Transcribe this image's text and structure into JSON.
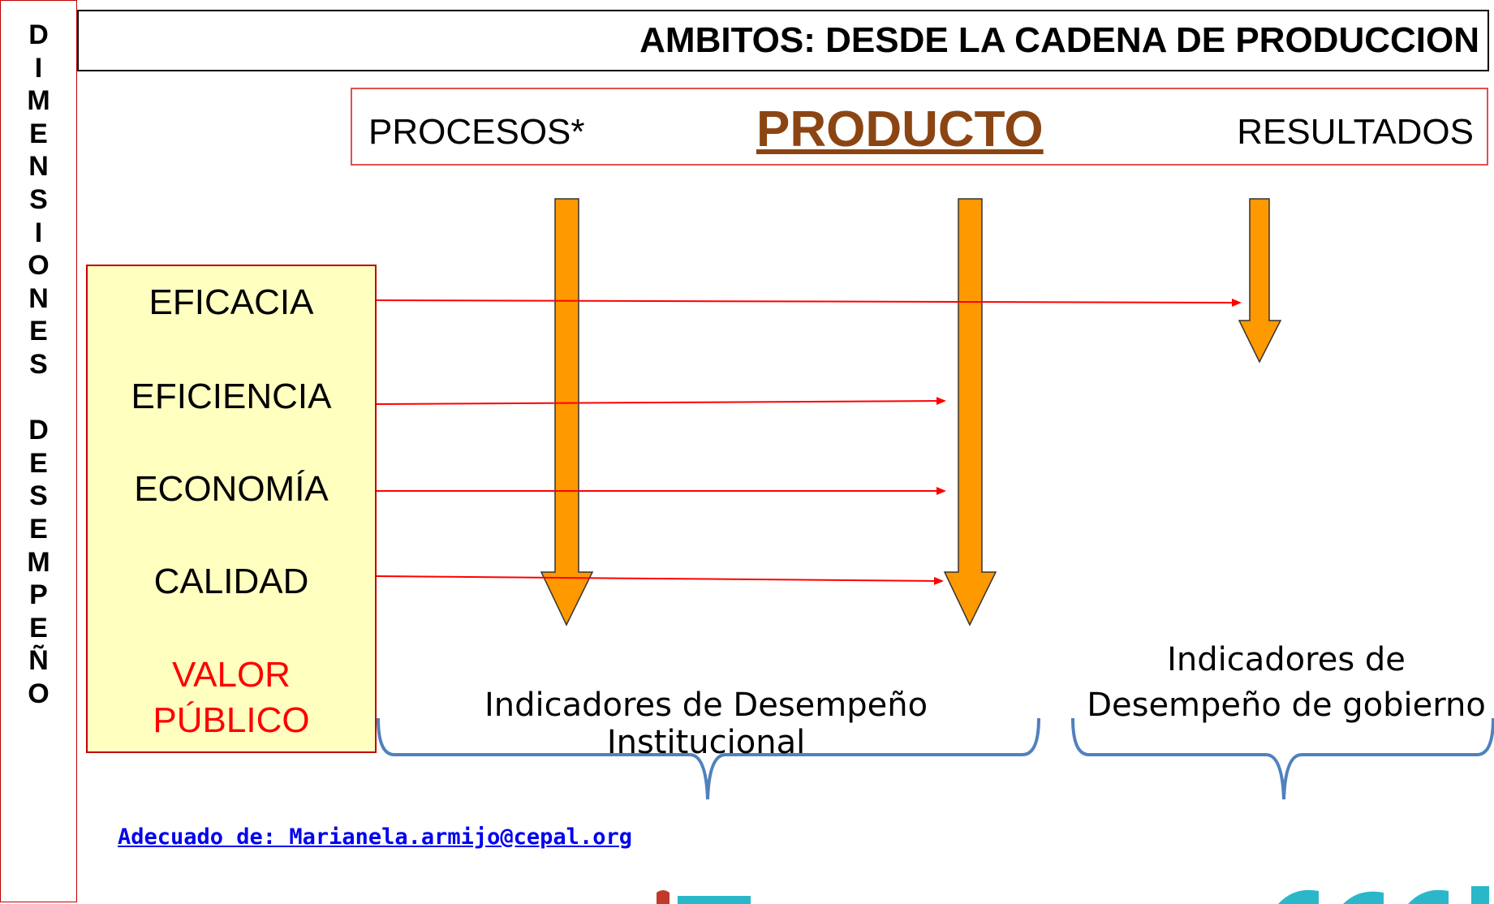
{
  "side_label": {
    "word1": [
      "D",
      "I",
      "M",
      "E",
      "N",
      "S",
      "I",
      "O",
      "N",
      "E",
      "S"
    ],
    "word2": [
      "D",
      "E",
      "S",
      "E",
      "M",
      "P",
      "E",
      "Ñ",
      "O"
    ]
  },
  "title": "AMBITOS: DESDE LA CADENA DE PRODUCCION",
  "chain": {
    "procesos": "PROCESOS*",
    "producto": "PRODUCTO",
    "resultados": "RESULTADOS"
  },
  "dimensions": [
    "EFICACIA",
    "EFICIENCIA",
    "ECONOMÍA",
    "CALIDAD"
  ],
  "valor_publico": [
    "VALOR",
    "PÚBLICO"
  ],
  "indicators": {
    "institucional": "Indicadores de Desempeño Institucional",
    "gobierno_line1": "Indicadores de",
    "gobierno_line2": "Desempeño de gobierno"
  },
  "source": "Adecuado de: Marianela.armijo@cepal.org",
  "colors": {
    "arrow_fill": "#ff9900",
    "link": "#ff0000",
    "brace": "#4f81bd",
    "producto": "#8B4513"
  }
}
